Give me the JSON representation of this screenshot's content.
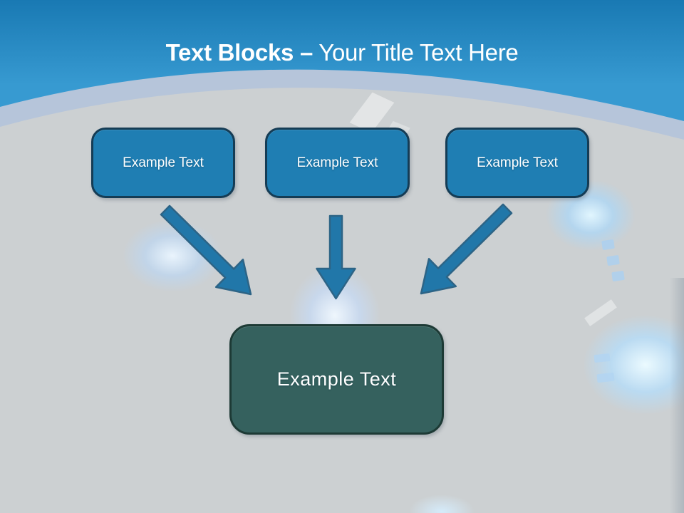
{
  "slide": {
    "title": {
      "bold": "Text Blocks",
      "separator": "–",
      "rest": "Your Title Text Here"
    },
    "blocks": [
      {
        "id": "top-left",
        "label": "Example Text"
      },
      {
        "id": "top-center",
        "label": "Example Text"
      },
      {
        "id": "top-right",
        "label": "Example Text"
      },
      {
        "id": "bottom-center",
        "label": "Example Text"
      }
    ],
    "arrows": [
      {
        "from": "top-left",
        "to": "bottom-center",
        "direction": "diagonal-down-right"
      },
      {
        "from": "top-center",
        "to": "bottom-center",
        "direction": "down"
      },
      {
        "from": "top-right",
        "to": "bottom-center",
        "direction": "diagonal-down-left"
      }
    ],
    "colors": {
      "header_top": "#1979b3",
      "header_bottom": "#379ad1",
      "band": "#b6c5da",
      "background": "#ccd0d2",
      "block_fill": "#1f7eb3",
      "block_border": "#153c55",
      "block_text": "#ffffff",
      "result_fill": "#35615e",
      "result_border": "#1d3a35",
      "arrow": "#2177a9",
      "arrow_border": "#2d6486",
      "title_text": "#ffffff"
    }
  }
}
